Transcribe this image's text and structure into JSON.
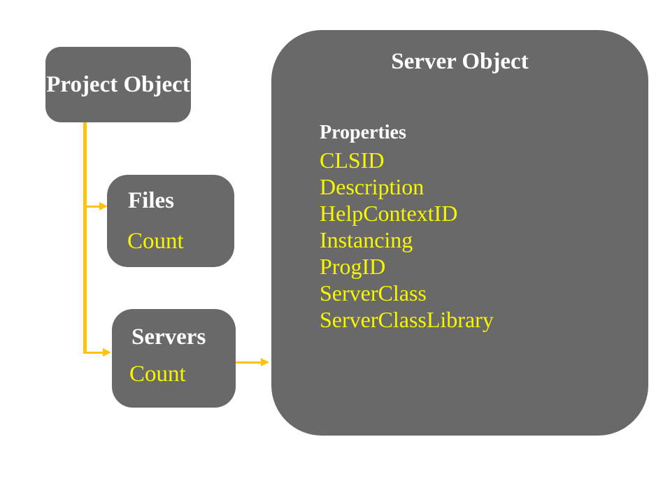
{
  "colors": {
    "background": "#FFFFFF",
    "box_fill": "#696969",
    "title_text": "#FFFFFF",
    "member_text": "#F7F700",
    "connector": "#FFC20E"
  },
  "nodes": {
    "project": {
      "title": "Project Object"
    },
    "files": {
      "title": "Files",
      "members": [
        "Count"
      ]
    },
    "servers": {
      "title": "Servers",
      "members": [
        "Count"
      ]
    },
    "server_object": {
      "title": "Server Object",
      "section_label": "Properties",
      "members": [
        "CLSID",
        "Description",
        "HelpContextID",
        "Instancing",
        "ProgID",
        "ServerClass",
        "ServerClassLibrary"
      ]
    }
  },
  "connectors": [
    {
      "from": "project",
      "to": "files",
      "shape": "elbow-arrow"
    },
    {
      "from": "project",
      "to": "servers",
      "shape": "elbow-arrow"
    },
    {
      "from": "servers",
      "to": "server_object",
      "shape": "straight-arrow"
    }
  ]
}
